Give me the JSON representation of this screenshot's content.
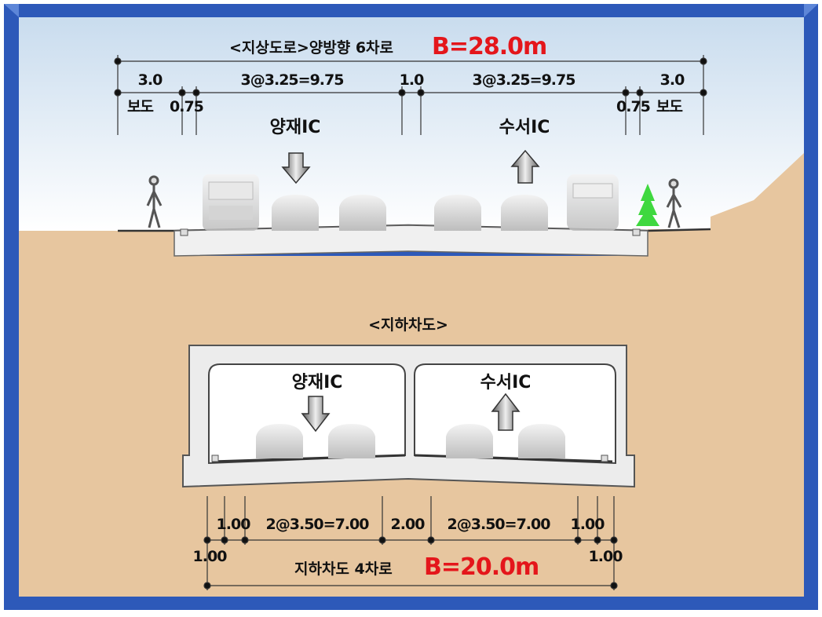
{
  "colors": {
    "frame": "#2d59b9",
    "sky_top": "#cfe0ef",
    "soil": "#e7c69f",
    "concrete": "#ececec",
    "accent_red": "#e4161b"
  },
  "surface": {
    "title": "<지상도로>양방향 6차로",
    "width": "B=28.0m",
    "dims": {
      "sidewalk_left": "3.0",
      "lanes_left": "3@3.25=9.75",
      "median": "1.0",
      "lanes_right": "3@3.25=9.75",
      "sidewalk_right": "3.0",
      "sidewalk_label_left": "보도",
      "shoulder_left": "0.75",
      "shoulder_right": "0.75",
      "sidewalk_label_right": "보도"
    },
    "dir_left": "양재IC",
    "dir_right": "수서IC"
  },
  "underpass": {
    "title": "<지하차도>",
    "dir_left": "양재IC",
    "dir_right": "수서IC",
    "dims": {
      "inner_left": "1.00",
      "lanes_left": "2@3.50=7.00",
      "median": "2.00",
      "lanes_right": "2@3.50=7.00",
      "inner_right": "1.00",
      "outer_left": "1.00",
      "outer_right": "1.00"
    },
    "summary": "지하차도 4차로",
    "width": "B=20.0m"
  }
}
